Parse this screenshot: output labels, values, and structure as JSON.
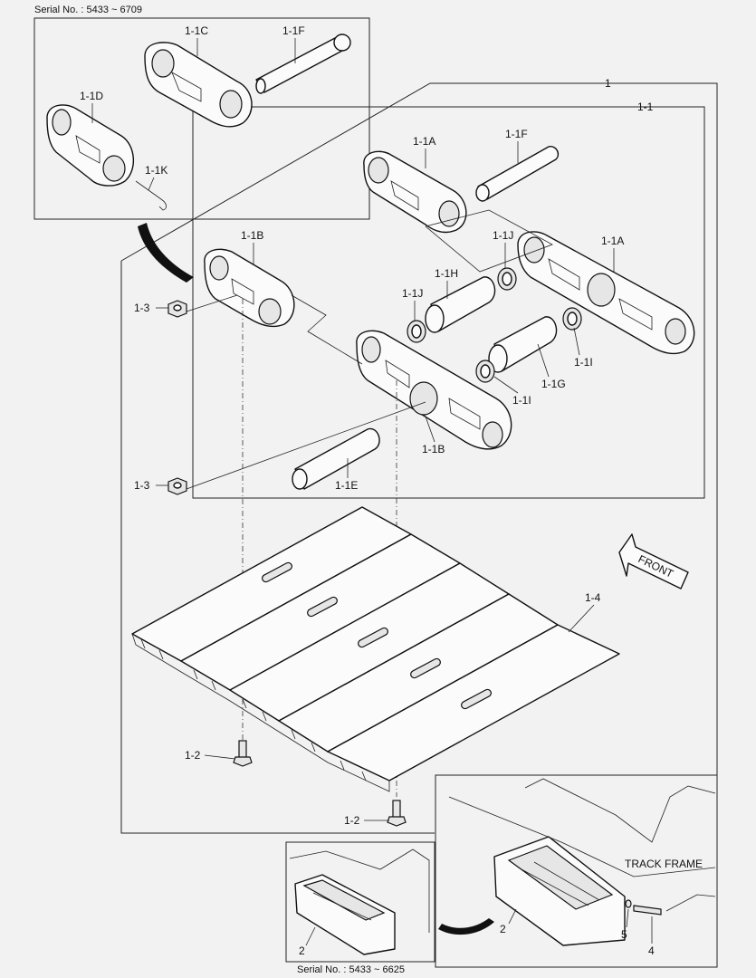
{
  "serial_top": "Serial No. : 5433 ~ 6709",
  "serial_bottom": "Serial No. : 5433 ~ 6625",
  "front": "FRONT",
  "track_frame": "TRACK FRAME",
  "labels": {
    "c1": "1-1C",
    "f1": "1-1F",
    "d1": "1-1D",
    "k1": "1-1K",
    "one": "1",
    "oneone": "1-1",
    "a1": "1-1A",
    "f2": "1-1F",
    "b1": "1-1B",
    "j1": "1-1J",
    "a2": "1-1A",
    "three1": "1-3",
    "h1": "1-1H",
    "j2": "1-1J",
    "i1": "1-1I",
    "i2": "1-1I",
    "g1": "1-1G",
    "b2": "1-1B",
    "three2": "1-3",
    "e1": "1-1E",
    "four": "1-4",
    "two1": "1-2",
    "two2": "1-2",
    "step1": "2",
    "step2": "2",
    "five": "5",
    "four2": "4"
  }
}
